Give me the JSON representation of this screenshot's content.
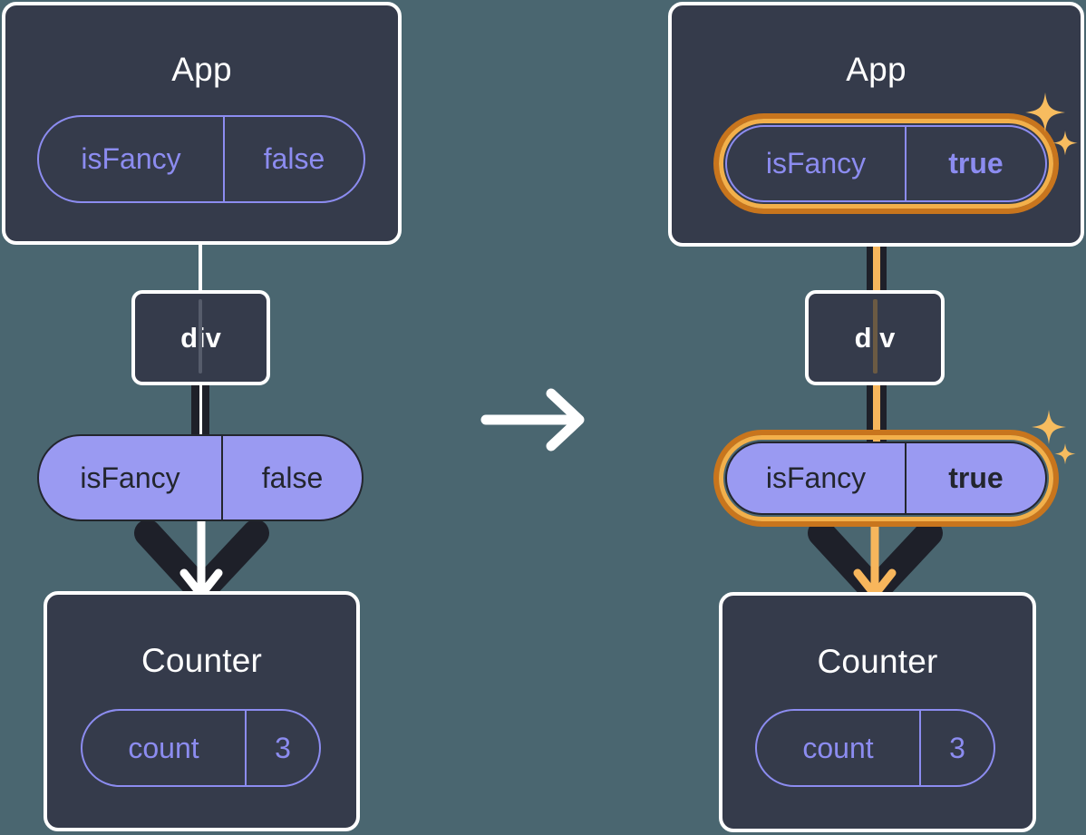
{
  "meta": {
    "title": "React state update propagation diagram",
    "background_color": "#4a6670",
    "panel_color": "#353b4b",
    "panel_border_color": "#ffffff",
    "pill_periwinkle": "#9a9af2",
    "pill_outline_stroke": "#8c8cf0",
    "highlight_outer": "#c8751d",
    "highlight_inner": "#f3b04a",
    "sparkle_color": "#f7bc5f",
    "connector_dark": "#1e2029",
    "connector_white": "#ffffff",
    "connector_amber": "#f7b65c"
  },
  "transition": {
    "icon": "arrow-right-icon",
    "label": "becomes"
  },
  "before": {
    "app": {
      "title": "App",
      "state": {
        "key": "isFancy",
        "value": "false",
        "style": "outline",
        "highlighted": false
      }
    },
    "div": {
      "label": "div"
    },
    "prop": {
      "key": "isFancy",
      "value": "false",
      "style": "solid",
      "highlighted": false
    },
    "counter": {
      "title": "Counter",
      "state": {
        "key": "count",
        "value": "3",
        "style": "outline",
        "highlighted": false
      }
    },
    "arrow": {
      "name": "render-arrow",
      "color": "#1e2029",
      "core_color": "#ffffff"
    }
  },
  "after": {
    "app": {
      "title": "App",
      "state": {
        "key": "isFancy",
        "value": "true",
        "style": "outline",
        "highlighted": true
      }
    },
    "div": {
      "label": "div"
    },
    "prop": {
      "key": "isFancy",
      "value": "true",
      "style": "solid",
      "highlighted": true
    },
    "counter": {
      "title": "Counter",
      "state": {
        "key": "count",
        "value": "3",
        "style": "outline",
        "highlighted": false
      }
    },
    "arrow": {
      "name": "render-arrow",
      "color": "#1e2029",
      "core_color": "#f7b65c"
    },
    "sparkles": [
      {
        "name": "sparkle-large",
        "size": "large"
      },
      {
        "name": "sparkle-small",
        "size": "small"
      }
    ]
  }
}
